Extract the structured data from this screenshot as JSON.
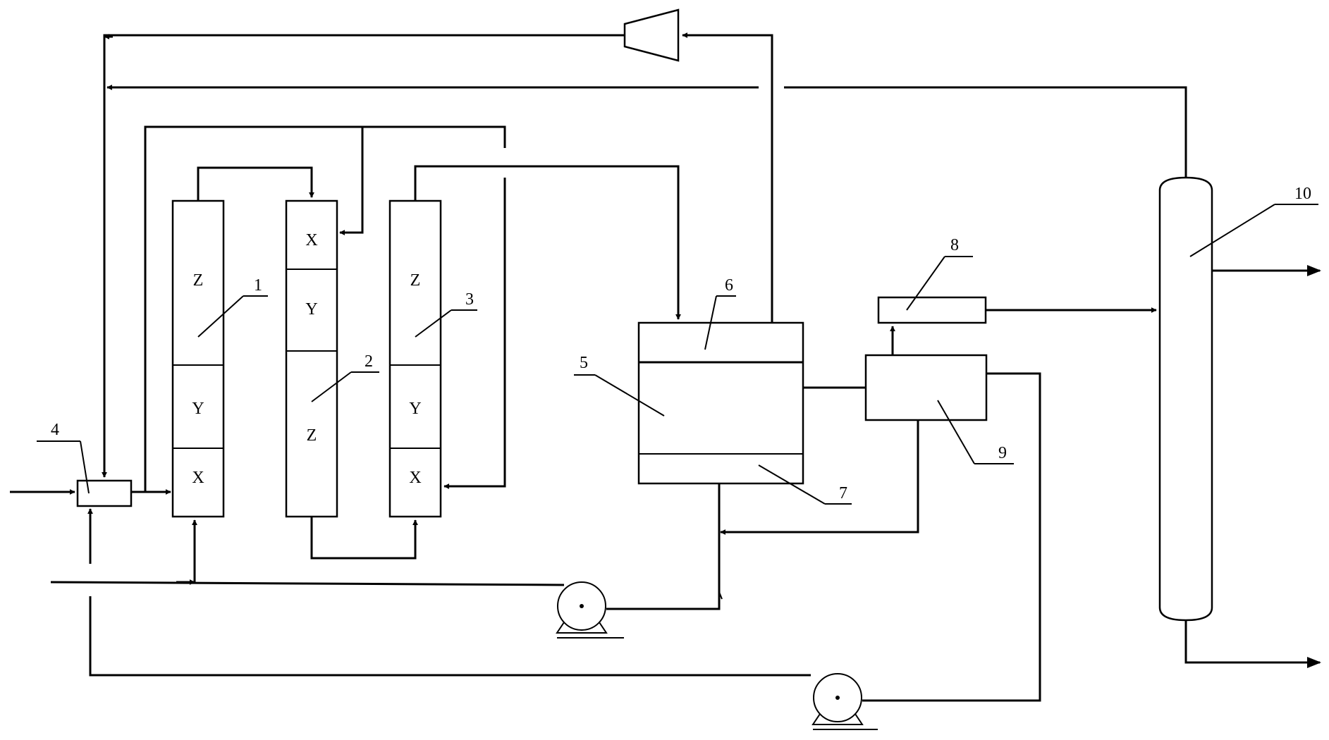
{
  "labels": {
    "n1": "1",
    "n2": "2",
    "n3": "3",
    "n4": "4",
    "n5": "5",
    "n6": "6",
    "n7": "7",
    "n8": "8",
    "n9": "9",
    "n10": "10"
  },
  "column1": {
    "top": "Z",
    "mid": "Y",
    "bottom": "X"
  },
  "column2": {
    "top": "X",
    "mid": "Y",
    "bottom": "Z"
  },
  "column3": {
    "top": "Z",
    "mid": "Y",
    "bottom": "X"
  },
  "icons": {
    "compressor": "compressor-icon",
    "pump": "pump-icon",
    "arrow": "arrowhead-icon"
  }
}
